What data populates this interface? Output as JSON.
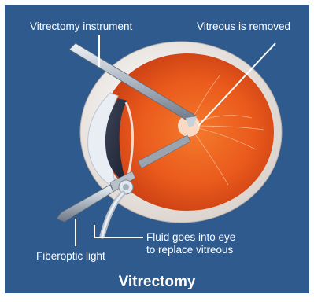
{
  "labels": {
    "instrument": "Vitrectomy instrument",
    "removed": "Vitreous is removed",
    "fiberoptic": "Fiberoptic light",
    "fluid_line1": "Fluid goes into eye",
    "fluid_line2": "to replace vitreous"
  },
  "title": "Vitrectomy",
  "colors": {
    "background": "#2e5a8e",
    "eye_outer": "#f5f0ec",
    "retina": "#e8501e",
    "leader_lines": "#ffffff"
  }
}
